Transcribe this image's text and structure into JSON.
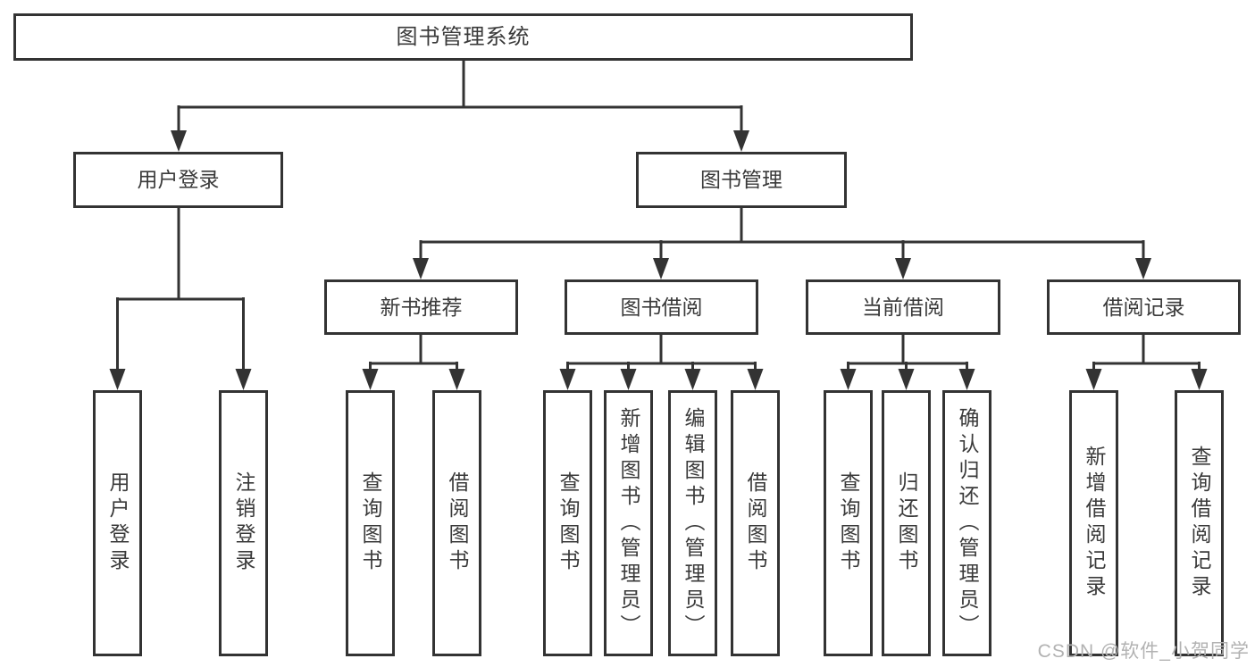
{
  "diagram": {
    "tree": {
      "label": "图书管理系统",
      "children": [
        {
          "label": "用户登录",
          "children": [
            {
              "label": "用户登录"
            },
            {
              "label": "注销登录"
            }
          ]
        },
        {
          "label": "图书管理",
          "children": [
            {
              "label": "新书推荐",
              "children": [
                {
                  "label": "查询图书"
                },
                {
                  "label": "借阅图书"
                }
              ]
            },
            {
              "label": "图书借阅",
              "children": [
                {
                  "label": "查询图书"
                },
                {
                  "label": "新增图书（管理员）"
                },
                {
                  "label": "编辑图书（管理员）"
                },
                {
                  "label": "借阅图书"
                }
              ]
            },
            {
              "label": "当前借阅",
              "children": [
                {
                  "label": "查询图书"
                },
                {
                  "label": "归还图书"
                },
                {
                  "label": "确认归还（管理员）"
                }
              ]
            },
            {
              "label": "借阅记录",
              "children": [
                {
                  "label": "新增借阅记录"
                },
                {
                  "label": "查询借阅记录"
                }
              ]
            }
          ]
        }
      ]
    },
    "colors": {
      "line": "#333333",
      "box_border": "#333333",
      "box_fill": "#ffffff",
      "text": "#3a3a3a"
    }
  },
  "watermark": {
    "text": "CSDN @软件_小贺同学",
    "color": "#b2b2b2"
  }
}
